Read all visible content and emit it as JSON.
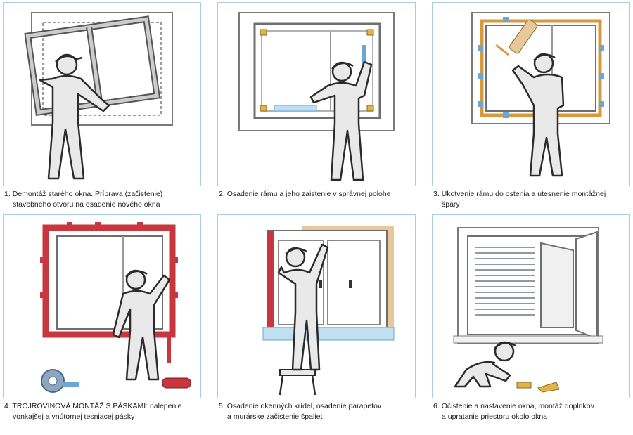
{
  "steps": [
    {
      "number": "1.",
      "line1": "Demontáž starého okna. Príprava (začistenie)",
      "line2": "stavebného otvoru na osadenie nového okna"
    },
    {
      "number": "2.",
      "line1": "Osadenie rámu a jeho zaistenie v správnej polohe",
      "line2": ""
    },
    {
      "number": "3.",
      "line1": "Ukotvenie rámu do ostenia a utesnenie montážnej",
      "line2": "špáry"
    },
    {
      "number": "4.",
      "line1": "TROJROVINOVÁ MONTÁŽ S PÁSKAMI: nalepenie",
      "line2": "vonkajšej a vnútornej tesniacej pásky"
    },
    {
      "number": "5.",
      "line1": "Osadenie okenných krídel, osadenie parapetov",
      "line2": "a murárske začistenie špaliet"
    },
    {
      "number": "6.",
      "line1": "Očistenie a nastavenie okna, montáž doplnkov",
      "line2": "a upratanie priestoru okolo okna"
    }
  ],
  "colors": {
    "panel_border": "#a9cfe0",
    "frame_line": "#7a7a7a",
    "figure_fill": "#e9e9e9",
    "figure_stroke": "#2b2b2b",
    "anchor_yellow": "#e3b24a",
    "foam_orange": "#d69a3c",
    "anchor_blue": "#6aa6d8",
    "tape_red": "#c8373f",
    "sill_blue": "#bfe0f0",
    "reveal_wood": "#e8c79b",
    "blind_grey": "#8f9aa3"
  }
}
